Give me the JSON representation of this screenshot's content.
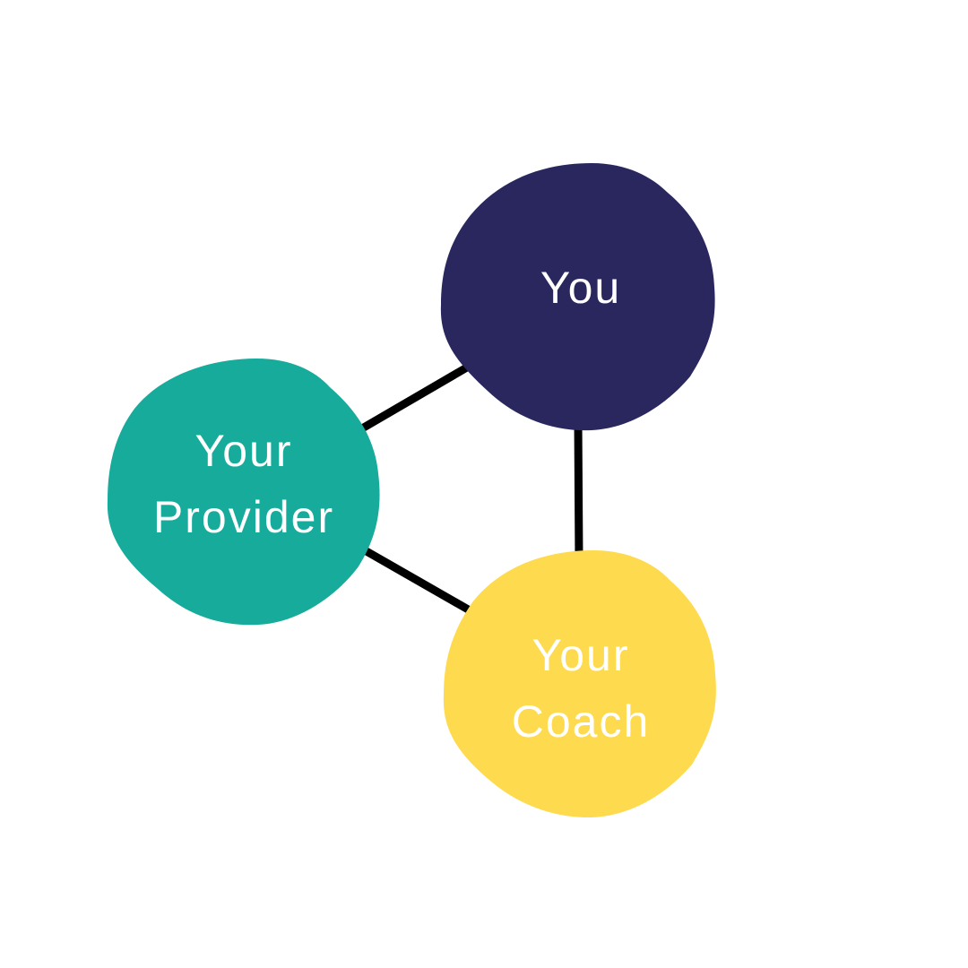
{
  "nodes": {
    "you": {
      "lines": [
        "You"
      ],
      "color": "#29275e"
    },
    "provider": {
      "lines": [
        "Your",
        "Provider"
      ],
      "color": "#17ab9c"
    },
    "coach": {
      "lines": [
        "Your",
        "Coach"
      ],
      "color": "#feda4f"
    }
  },
  "connector_color": "#000000"
}
